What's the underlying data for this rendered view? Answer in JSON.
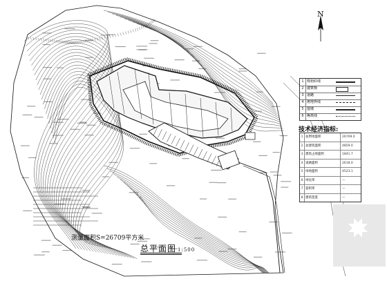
{
  "north": {
    "label": "N"
  },
  "legend": {
    "rows": [
      {
        "num": "1",
        "label": "规划红线",
        "symbol": "thick"
      },
      {
        "num": "2",
        "label": "建筑物",
        "symbol": "box"
      },
      {
        "num": "3",
        "label": "道路",
        "symbol": "thin"
      },
      {
        "num": "4",
        "label": "用地界线",
        "symbol": "dash"
      },
      {
        "num": "5",
        "label": "围墙",
        "symbol": "thick"
      },
      {
        "num": "6",
        "label": "等高线",
        "symbol": "dot"
      }
    ]
  },
  "tech": {
    "title": "技术经济指标:",
    "rows": [
      {
        "num": "1",
        "label": "总用地面积",
        "value": "26709.0"
      },
      {
        "num": "2",
        "label": "总建筑面积",
        "value": "4859.0"
      },
      {
        "num": "3",
        "label": "建筑占地面积",
        "value": "1841.7"
      },
      {
        "num": "4",
        "label": "道路面积",
        "value": "2618.0"
      },
      {
        "num": "5",
        "label": "绿地面积",
        "value": "4523.1"
      },
      {
        "num": "6",
        "label": "绿化率",
        "value": "—"
      },
      {
        "num": "7",
        "label": "容积率",
        "value": "—"
      },
      {
        "num": "8",
        "label": "建筑密度",
        "value": "—"
      }
    ]
  },
  "survey_note": "测量面积S=26709平方米",
  "plan_title": {
    "main": "总平面图",
    "scale": "1:500"
  }
}
